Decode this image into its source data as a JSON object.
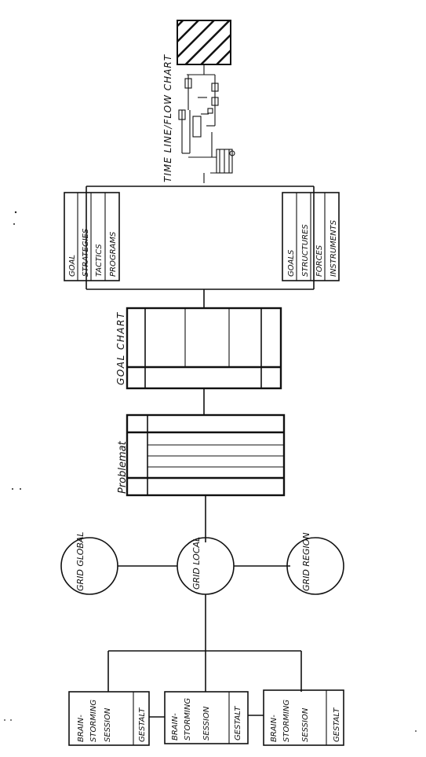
{
  "grid_circles": {
    "global": "GRID GLOBAL",
    "local": "GRID LOCAL",
    "region": "GRID REGION"
  },
  "problemat_label": "Problemat",
  "goal_chart_label": "GOAL CHART",
  "time_line_label": "TIME LINE/FLOW CHART",
  "left_box_items": [
    "GOAL",
    "STRATEGIES",
    "TACTICS",
    "PROGRAMS"
  ],
  "right_box_items": [
    "GOALS",
    "STRUCTURES",
    "FORCES",
    "INSTRUMENTS"
  ],
  "sessions": [
    {
      "line1": "BRAIN-",
      "line2": "STORMING",
      "line3": "SESSION",
      "gestalt": "GESTALT"
    },
    {
      "line1": "BRAIN-",
      "line2": "STORMING",
      "line3": "SESSION",
      "gestalt": "GESTALT"
    },
    {
      "line1": "BRAIN-",
      "line2": "STORMING",
      "line3": "SESSION",
      "gestalt": "GESTALT"
    }
  ]
}
